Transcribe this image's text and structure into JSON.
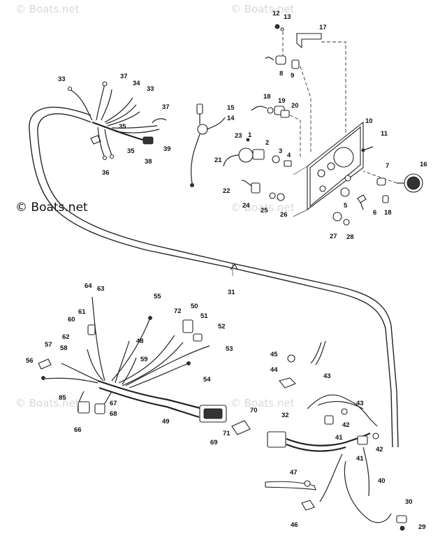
{
  "watermarks": {
    "main": "© Boats.net",
    "faint": "© Boats.net"
  },
  "callouts": [
    {
      "id": "c1",
      "label": "1"
    },
    {
      "id": "c2",
      "label": "2"
    },
    {
      "id": "c3",
      "label": "3"
    },
    {
      "id": "c4",
      "label": "4"
    },
    {
      "id": "c5",
      "label": "5"
    },
    {
      "id": "c6",
      "label": "6"
    },
    {
      "id": "c7",
      "label": "7"
    },
    {
      "id": "c8",
      "label": "8"
    },
    {
      "id": "c9",
      "label": "9"
    },
    {
      "id": "c10",
      "label": "10"
    },
    {
      "id": "c11",
      "label": "11"
    },
    {
      "id": "c12",
      "label": "12"
    },
    {
      "id": "c13",
      "label": "13"
    },
    {
      "id": "c14",
      "label": "14"
    },
    {
      "id": "c15",
      "label": "15"
    },
    {
      "id": "c16",
      "label": "16"
    },
    {
      "id": "c17",
      "label": "17"
    },
    {
      "id": "c18",
      "label": "18"
    },
    {
      "id": "c18b",
      "label": "18"
    },
    {
      "id": "c19",
      "label": "19"
    },
    {
      "id": "c20",
      "label": "20"
    },
    {
      "id": "c21",
      "label": "21"
    },
    {
      "id": "c22",
      "label": "22"
    },
    {
      "id": "c23",
      "label": "23"
    },
    {
      "id": "c24",
      "label": "24"
    },
    {
      "id": "c25",
      "label": "25"
    },
    {
      "id": "c26",
      "label": "26"
    },
    {
      "id": "c27",
      "label": "27"
    },
    {
      "id": "c28",
      "label": "28"
    },
    {
      "id": "c29",
      "label": "29"
    },
    {
      "id": "c30",
      "label": "30"
    },
    {
      "id": "c31",
      "label": "31"
    },
    {
      "id": "c32",
      "label": "32"
    },
    {
      "id": "c33a",
      "label": "33"
    },
    {
      "id": "c33b",
      "label": "33"
    },
    {
      "id": "c34",
      "label": "34"
    },
    {
      "id": "c35a",
      "label": "35"
    },
    {
      "id": "c35b",
      "label": "35"
    },
    {
      "id": "c36",
      "label": "36"
    },
    {
      "id": "c37a",
      "label": "37"
    },
    {
      "id": "c37b",
      "label": "37"
    },
    {
      "id": "c38",
      "label": "38"
    },
    {
      "id": "c39",
      "label": "39"
    },
    {
      "id": "c40",
      "label": "40"
    },
    {
      "id": "c41a",
      "label": "41"
    },
    {
      "id": "c41b",
      "label": "41"
    },
    {
      "id": "c42a",
      "label": "42"
    },
    {
      "id": "c42b",
      "label": "42"
    },
    {
      "id": "c43a",
      "label": "43"
    },
    {
      "id": "c43b",
      "label": "43"
    },
    {
      "id": "c44",
      "label": "44"
    },
    {
      "id": "c45",
      "label": "45"
    },
    {
      "id": "c46",
      "label": "46"
    },
    {
      "id": "c47",
      "label": "47"
    },
    {
      "id": "c48",
      "label": "48"
    },
    {
      "id": "c49",
      "label": "49"
    },
    {
      "id": "c50",
      "label": "50"
    },
    {
      "id": "c51",
      "label": "51"
    },
    {
      "id": "c52",
      "label": "52"
    },
    {
      "id": "c53",
      "label": "53"
    },
    {
      "id": "c54",
      "label": "54"
    },
    {
      "id": "c55",
      "label": "55"
    },
    {
      "id": "c56",
      "label": "56"
    },
    {
      "id": "c57",
      "label": "57"
    },
    {
      "id": "c58",
      "label": "58"
    },
    {
      "id": "c59",
      "label": "59"
    },
    {
      "id": "c60",
      "label": "60"
    },
    {
      "id": "c61",
      "label": "61"
    },
    {
      "id": "c62",
      "label": "62"
    },
    {
      "id": "c63",
      "label": "63"
    },
    {
      "id": "c64",
      "label": "64"
    },
    {
      "id": "c66",
      "label": "66"
    },
    {
      "id": "c67",
      "label": "67"
    },
    {
      "id": "c68",
      "label": "68"
    },
    {
      "id": "c69",
      "label": "69"
    },
    {
      "id": "c70",
      "label": "70"
    },
    {
      "id": "c71",
      "label": "71"
    },
    {
      "id": "c72",
      "label": "72"
    },
    {
      "id": "c85",
      "label": "85"
    }
  ]
}
